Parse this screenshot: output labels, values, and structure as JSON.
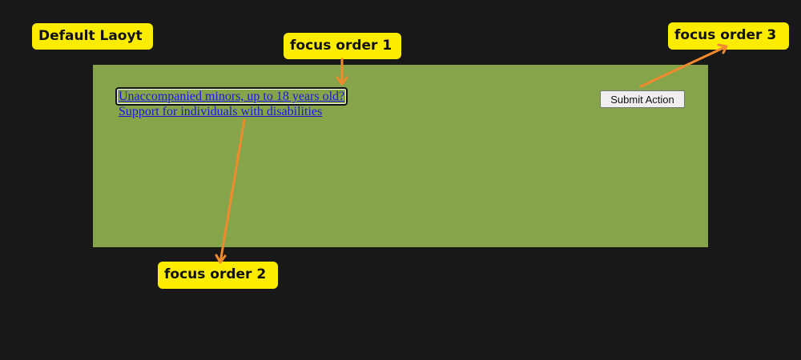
{
  "annotations": {
    "layout_label": "Default Laoyt",
    "focus_order_1": "focus order 1",
    "focus_order_2": "focus order 2",
    "focus_order_3": "focus order 3"
  },
  "panel": {
    "links": [
      {
        "label": "Unaccompanied minors, up to 18 years old?",
        "focused": true
      },
      {
        "label": "Support for individuals with disabilities",
        "focused": false
      }
    ],
    "submit_label": "Submit Action"
  },
  "colors": {
    "background": "#181818",
    "panel": "#86a54a",
    "callout": "#fcec00",
    "arrow": "#f08a2c",
    "link": "#1a16dd"
  },
  "icons": {
    "arrows": "arrow-icon"
  }
}
